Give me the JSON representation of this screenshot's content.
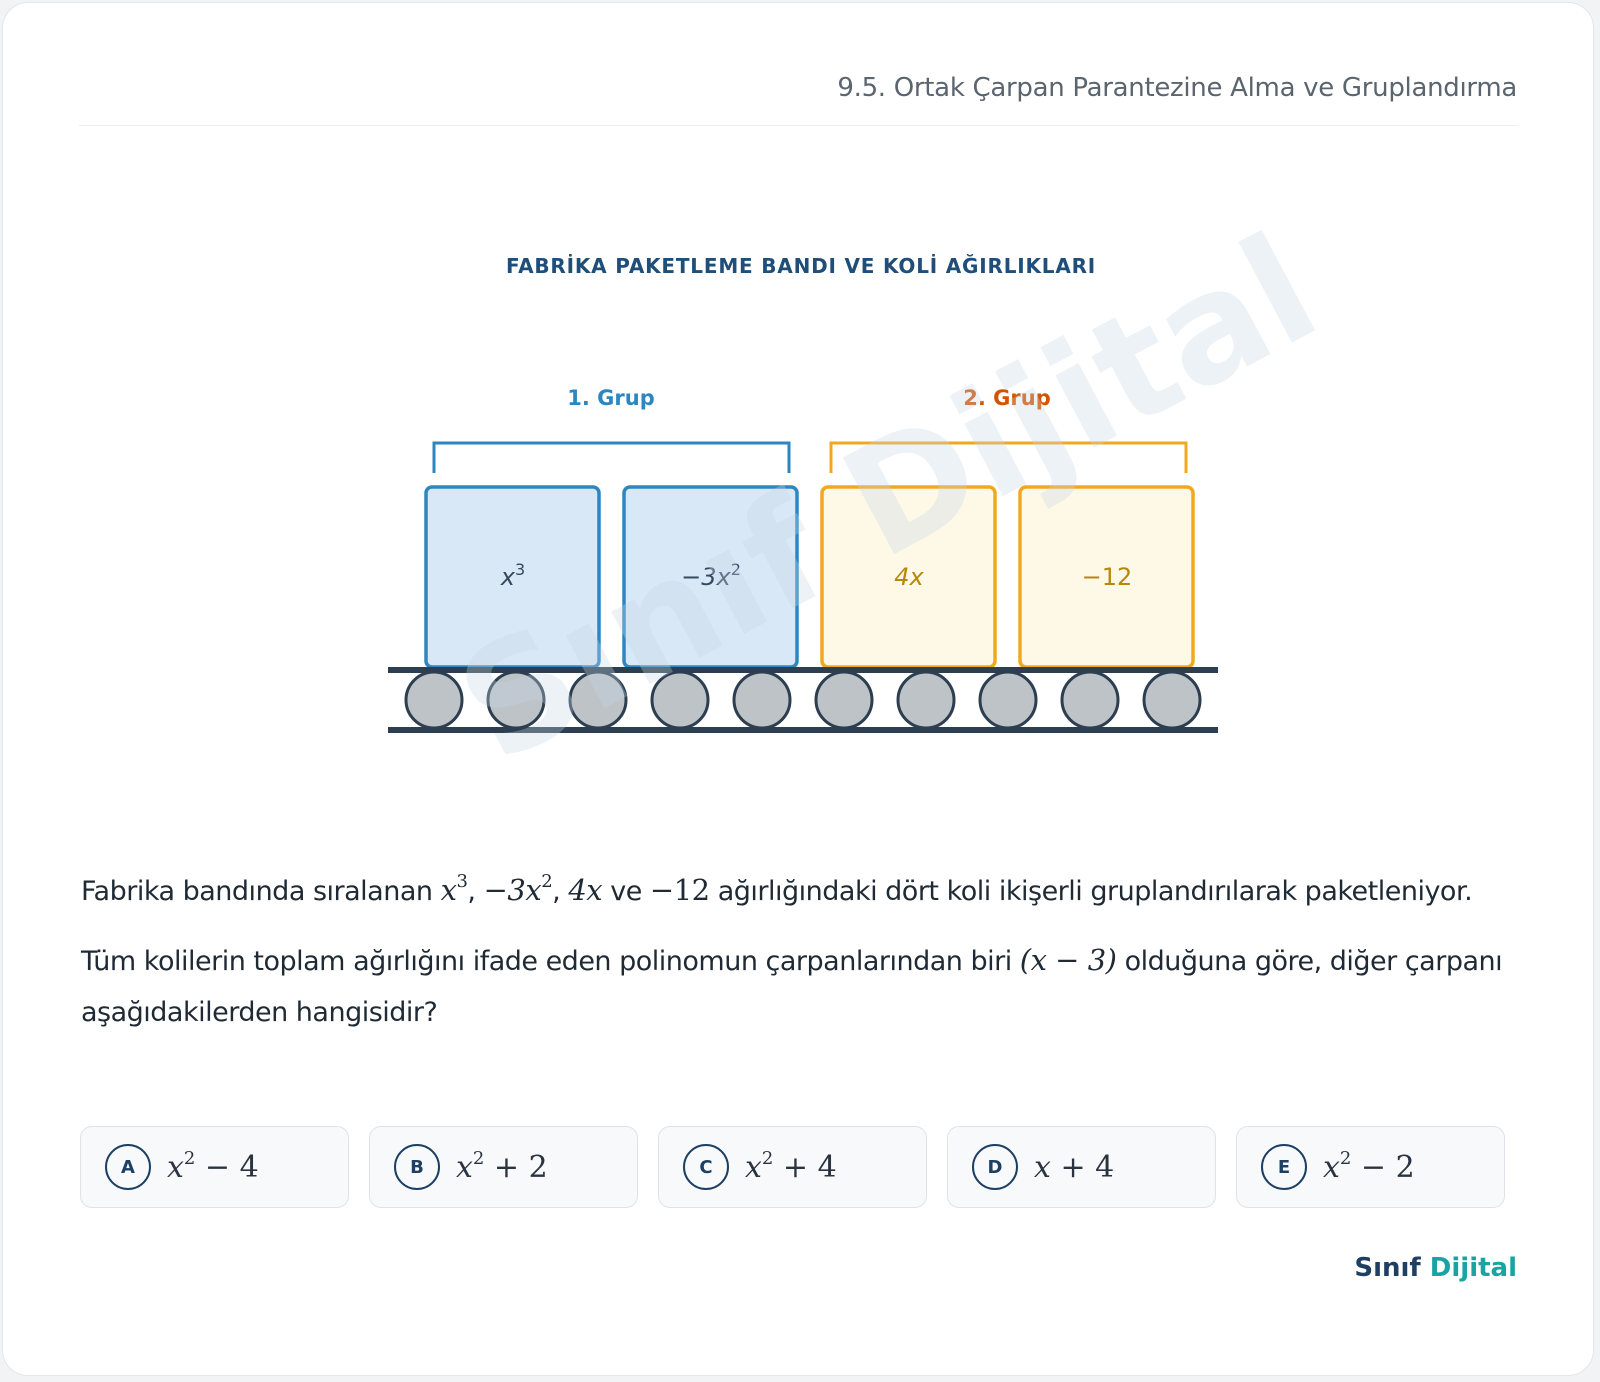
{
  "header": {
    "title": "9.5. Ortak Çarpan Parantezine Alma ve Gruplandırma"
  },
  "figure": {
    "title": "FABRİKA PAKETLEME BANDI VE KOLİ AĞIRLIKLARI",
    "group1_label": "1. Grup",
    "group2_label": "2. Grup",
    "boxes": [
      {
        "base": "x",
        "sup": "3"
      },
      {
        "base": "−3x",
        "sup": "2"
      },
      {
        "base": "4x",
        "sup": ""
      },
      {
        "base": "−12",
        "sup": ""
      }
    ],
    "roller_count": 10,
    "colors": {
      "blue_fill": "#d8e8f7",
      "blue_stroke": "#2e86c1",
      "yellow_fill": "#fef9e7",
      "yellow_stroke": "#f0a820",
      "group1_text": "#2e86c1",
      "group2_text": "#d35400",
      "belt": "#2c3e50",
      "roller": "#bdc3c7"
    }
  },
  "watermark": "Sınıf Dijital",
  "question": {
    "p1_a": "Fabrika bandında sıralanan",
    "t1_base": "x",
    "t1_sup": "3",
    "sep1": ",",
    "t2_base": "−3x",
    "t2_sup": "2",
    "sep2": ",",
    "t3": "4x",
    "ve": "ve",
    "t4": "−12",
    "p1_b": "ağırlığındaki dört koli ikişerli gruplandırılarak paketleniyor.",
    "p2_a": "Tüm kolilerin toplam ağırlığını ifade eden polinomun çarpanlarından biri",
    "p2_factor": "(x − 3)",
    "p2_b": "olduğuna göre, diğer çarpanı aşağıdakilerden hangisidir?"
  },
  "options": [
    {
      "letter": "A",
      "base": "x",
      "sup": "2",
      "rest": " − 4"
    },
    {
      "letter": "B",
      "base": "x",
      "sup": "2",
      "rest": " + 2"
    },
    {
      "letter": "C",
      "base": "x",
      "sup": "2",
      "rest": " + 4"
    },
    {
      "letter": "D",
      "base": "x",
      "sup": "",
      "rest": " + 4"
    },
    {
      "letter": "E",
      "base": "x",
      "sup": "2",
      "rest": " − 2"
    }
  ],
  "brand": {
    "part1": "Sınıf",
    "part2": "Dijital"
  }
}
